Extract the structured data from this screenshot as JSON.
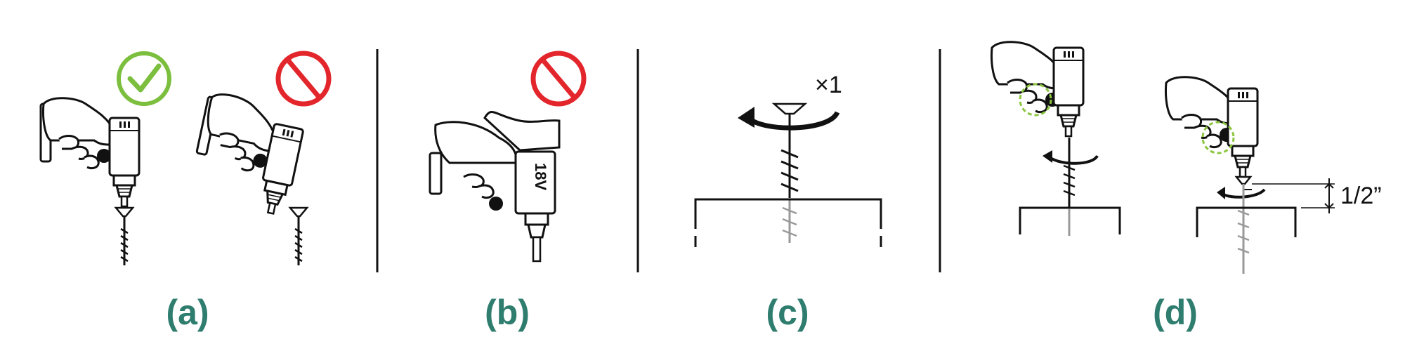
{
  "colors": {
    "ink": "#111111",
    "label": "#2f7d6e",
    "ok_green": "#7cbf3e",
    "no_red": "#e3262b",
    "hint_green": "#8cc63f",
    "screw_gray": "#999999"
  },
  "panels": [
    {
      "label": "(a)"
    },
    {
      "label": "(b)",
      "drill_voltage": "18V"
    },
    {
      "label": "(c)",
      "multiplier": "×1"
    },
    {
      "label": "(d)",
      "depth": "1/2”"
    }
  ],
  "icons": {
    "ok": "check-circle-icon",
    "no": "prohibit-icon"
  }
}
